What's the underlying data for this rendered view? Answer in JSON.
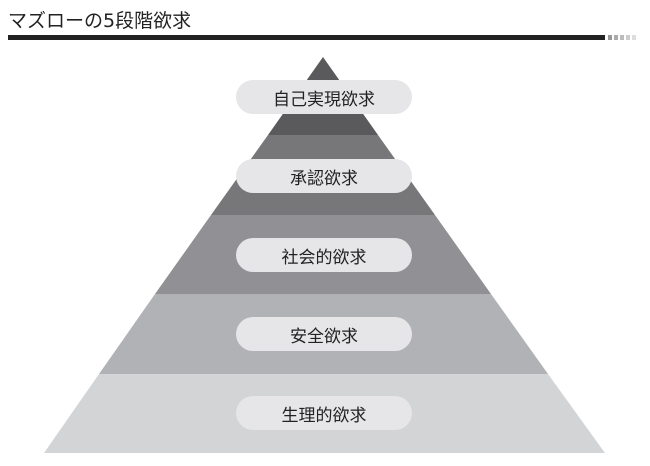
{
  "header": {
    "title": "マズローの5段階欲求"
  },
  "pyramid": {
    "levels": [
      {
        "label": "自己実現欲求",
        "color": "#5a5a5c"
      },
      {
        "label": "承認欲求",
        "color": "#77777a"
      },
      {
        "label": "社会的欲求",
        "color": "#919195"
      },
      {
        "label": "安全欲求",
        "color": "#b1b2b5"
      },
      {
        "label": "生理的欲求",
        "color": "#d3d4d6"
      }
    ]
  }
}
